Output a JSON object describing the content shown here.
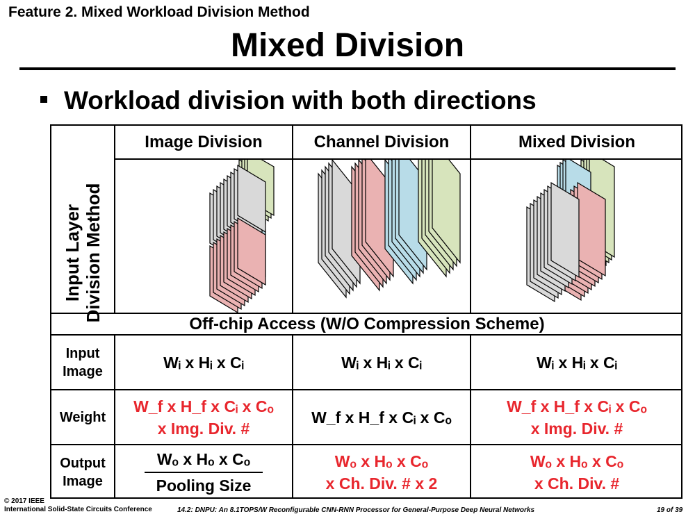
{
  "header": {
    "feature": "Feature 2. Mixed Workload Division Method",
    "title": "Mixed Division",
    "bullet": "Workload division with both directions"
  },
  "table": {
    "row_label": [
      "Input Layer",
      "Division Method"
    ],
    "columns": [
      "Image Division",
      "Channel Division",
      "Mixed Division"
    ],
    "section": "Off-chip Access (W/O Compression Scheme)",
    "rows": [
      {
        "label": [
          "Input",
          "Image"
        ],
        "cells": [
          {
            "red": false,
            "lines": [
              "Wᵢ x Hᵢ x Cᵢ"
            ]
          },
          {
            "red": false,
            "lines": [
              "Wᵢ x Hᵢ x Cᵢ"
            ]
          },
          {
            "red": false,
            "lines": [
              "Wᵢ x Hᵢ x Cᵢ"
            ]
          }
        ]
      },
      {
        "label": [
          "Weight"
        ],
        "cells": [
          {
            "red": true,
            "lines": [
              "W_f x H_f x Cᵢ x Cₒ",
              "x Img. Div. #"
            ]
          },
          {
            "red": false,
            "lines": [
              "W_f x H_f x Cᵢ x Cₒ"
            ]
          },
          {
            "red": true,
            "lines": [
              "W_f x H_f x Cᵢ x Cₒ",
              "x Img. Div. #"
            ]
          }
        ]
      },
      {
        "label": [
          "Output",
          "Image"
        ],
        "cells": [
          {
            "red": false,
            "fraction": true,
            "lines": [
              "Wₒ x Hₒ x Cₒ",
              "Pooling Size"
            ]
          },
          {
            "red": true,
            "lines": [
              "Wₒ x Hₒ x Cₒ",
              "x Ch. Div. # x 2"
            ]
          },
          {
            "red": true,
            "lines": [
              "Wₒ x Hₒ x Cₒ",
              "x Ch. Div. #"
            ]
          }
        ]
      }
    ]
  },
  "colors": {
    "gray": "#d9d9d9",
    "red_plane": "#eab2b2",
    "blue_plane": "#b8dce8",
    "green_plane": "#d7e4bc",
    "red_text": "#e8262d"
  },
  "footer": {
    "copyright": "© 2017 IEEE",
    "conference": "International Solid-State Circuits Conference",
    "paper": "14.2: DNPU: An 8.1TOPS/W Reconfigurable CNN-RNN Processor for General-Purpose Deep Neural Networks",
    "page": "19 of 39"
  }
}
